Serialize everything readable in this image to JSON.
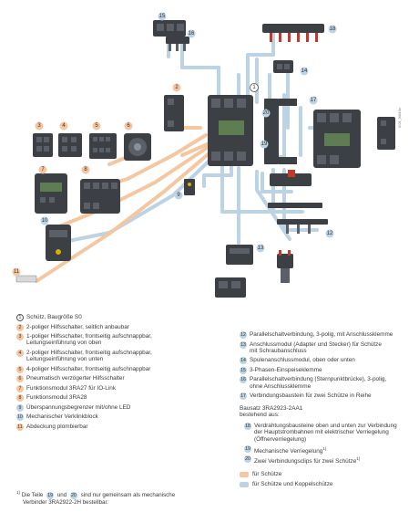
{
  "doc_id": "IC01_00619a",
  "callouts": {
    "c1": "1",
    "c2": "2",
    "c3": "3",
    "c4": "4",
    "c5": "5",
    "c6": "6",
    "c7": "7",
    "c8": "8",
    "c9": "9",
    "c10": "10",
    "c11": "11",
    "c12": "12",
    "c13": "13",
    "c14": "14",
    "c15": "15",
    "c16": "16",
    "c17": "17",
    "c18": "18",
    "c19": "19",
    "c20": "20"
  },
  "legend_left": [
    {
      "num": "1",
      "style": "plain",
      "lines": [
        "Schütz, Baugröße S0"
      ]
    },
    {
      "num": "2",
      "style": "orange",
      "lines": [
        "2-poliger Hilfsschalter, seitlich anbaubar"
      ]
    },
    {
      "num": "3",
      "style": "orange",
      "lines": [
        "1-poliger Hilfsschalter, frontseitig aufschnappbar,",
        "Leitungseinführung von oben"
      ]
    },
    {
      "num": "4",
      "style": "orange",
      "lines": [
        "2-poliger Hilfsschalter, frontseitig aufschnappbar,",
        "Leitungseinführung von unten"
      ]
    },
    {
      "num": "5",
      "style": "orange",
      "lines": [
        "4-poliger Hilfsschalter, frontseitig aufschnappbar"
      ]
    },
    {
      "num": "6",
      "style": "orange",
      "lines": [
        "Pneumatisch verzögerter Hilfsschalter"
      ]
    },
    {
      "num": "7",
      "style": "orange",
      "lines": [
        "Funktionsmodul 3RA27 für IO-Link"
      ]
    },
    {
      "num": "8",
      "style": "orange",
      "lines": [
        "Funktionsmodul 3RA28"
      ]
    },
    {
      "num": "9",
      "style": "blue",
      "lines": [
        "Überspannungsbegrenzer mit/ohne LED"
      ]
    },
    {
      "num": "10",
      "style": "blue",
      "lines": [
        "Mechanischer Verklinkblock"
      ]
    },
    {
      "num": "11",
      "style": "orange",
      "lines": [
        "Abdeckung plombierbar"
      ]
    }
  ],
  "legend_right": [
    {
      "num": "12",
      "style": "blue",
      "lines": [
        "Parallelschaltverbindung, 3-polig, mit Anschlussklemme"
      ]
    },
    {
      "num": "13",
      "style": "blue",
      "lines": [
        "Anschlussmodul (Adapter und Stecker) für Schütze",
        "mit Schraubanschluss"
      ]
    },
    {
      "num": "14",
      "style": "blue",
      "lines": [
        "Spulenanschlussmodul, oben oder unten"
      ]
    },
    {
      "num": "15",
      "style": "blue",
      "lines": [
        "3-Phasen-Einspeiseklemme"
      ]
    },
    {
      "num": "16",
      "style": "blue",
      "lines": [
        "Parallelschaltverbindung (Sternpunktbrücke), 3-polig,",
        "ohne Anschlussklemme"
      ]
    },
    {
      "num": "17",
      "style": "blue",
      "lines": [
        "Verbindungsbaustein für zwei Schütze in Reihe"
      ]
    }
  ],
  "kit": {
    "heading": "Bausatz 3RA2923-2AA1",
    "subheading": "bestehend aus:",
    "items": [
      {
        "num": "18",
        "style": "blue",
        "lines": [
          "Verdrahtungsbausteine oben und unten zur Verbindung",
          "der Hauptstrombahnen mit elektrischer Verriegelung",
          "(Öffnerverriegelung)"
        ]
      },
      {
        "num": "19",
        "style": "blue",
        "lines": [
          "Mechanische Verriegelung"
        ],
        "sup": "1)"
      },
      {
        "num": "20",
        "style": "blue",
        "lines": [
          "Zwei Verbindungsclips für zwei Schütze"
        ],
        "sup": "1)"
      }
    ]
  },
  "key": [
    {
      "label": "für Schütze",
      "color": "#f4c7a0"
    },
    {
      "label": "für Schütze und Koppelschütze",
      "color": "#bcd3e3"
    }
  ],
  "footnote": {
    "marker": "1)",
    "before": "Die Teile",
    "n1": "19",
    "mid": "und",
    "n2": "20",
    "after": "sind nur gemeinsam als mechanische",
    "line2": "Verbinder 3RA2922-2H bestellbar."
  },
  "colors": {
    "orange": "#f4c7a0",
    "blue": "#bcd3e3",
    "part_dark": "#3c3f44",
    "part_mid": "#5b6068"
  }
}
